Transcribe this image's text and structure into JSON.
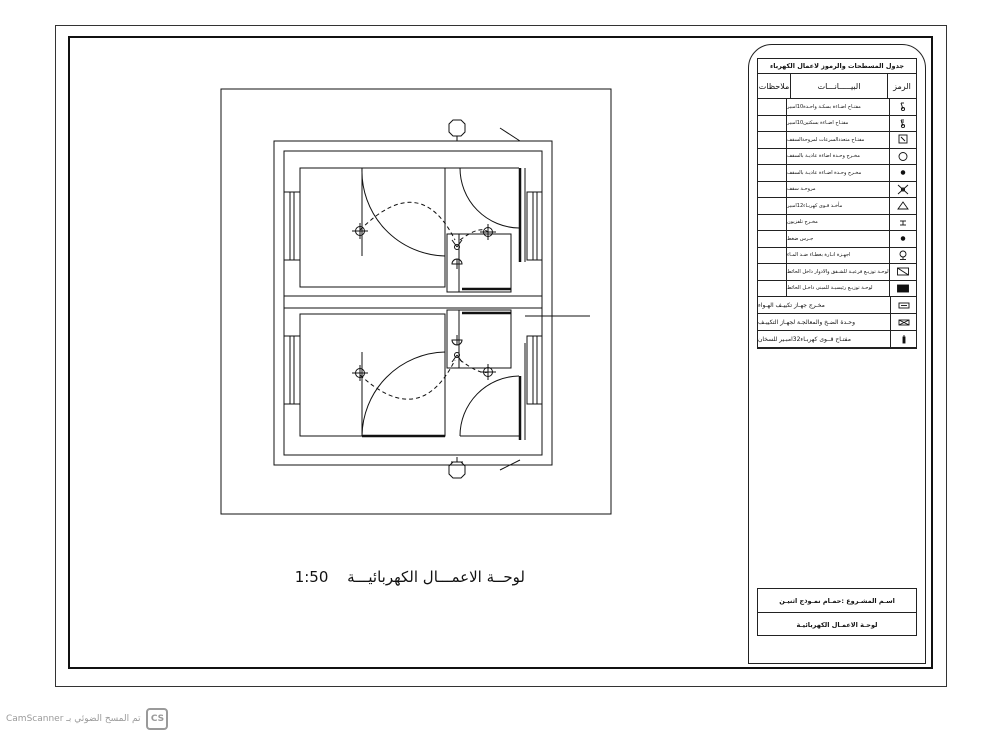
{
  "drawing": {
    "caption": "لوحــة الاعمـــال الكهربائيـــة",
    "scale": "1:50"
  },
  "legend": {
    "title": "جدول المسطحات والرموز لاعمال الكهرباء",
    "headers": {
      "symbol": "الرمز",
      "description": "البيـــــانـــات",
      "notes": "ملاحظات"
    },
    "rows": [
      {
        "icon": "single-switch-icon",
        "text": "مفتـاح اضـاءة بسكـة واحـدة10امبير"
      },
      {
        "icon": "double-switch-icon",
        "text": "مفتـاح اضـاءة بسكتين10امبير"
      },
      {
        "icon": "multi-switch-icon",
        "text": "مفتـاح متعددالسرعات لمروحةالسقف"
      },
      {
        "icon": "ceiling-light-circle-icon",
        "text": "مخـرج وحـدة اضاءة عاديـة بالسقف"
      },
      {
        "icon": "ceiling-light-dot-icon",
        "text": "مخـرج وحـدة اضـاءة عاديـة بالسقف"
      },
      {
        "icon": "ceiling-fan-icon",
        "text": "مروحـة سقف"
      },
      {
        "icon": "socket-12a-icon",
        "text": "مأخـذ قـوى كهربـاء12امبير"
      },
      {
        "icon": "tv-outlet-icon",
        "text": "مخـرج تلفزيون"
      },
      {
        "icon": "bell-push-icon",
        "text": "جـرس ضغط"
      },
      {
        "icon": "entrance-light-icon",
        "text": "اجهـزة انـارة بغطـاء ضـد المـاء"
      },
      {
        "icon": "sub-distribution-board-icon",
        "text": "لوحـة توزيـع فرعيـة للشـقق والادوار داخل الحائط"
      },
      {
        "icon": "main-distribution-board-icon",
        "text": "لوحـة توزيـع رئيسيـة للمبنى داخـل الحائط"
      }
    ],
    "wide_rows": [
      {
        "icon": "ac-outlet-icon",
        "text": "مخـرج جهـاز تكييـف الهـواء"
      },
      {
        "icon": "ac-pump-unit-icon",
        "text": "وحـدة الضـخ والمعالجـة لجهـاز التكييـف"
      },
      {
        "icon": "heater-switch-icon",
        "text": "مفتـاح قــوى كهربـاء32امبـير للسخان"
      }
    ]
  },
  "title_block": {
    "project_name": "اسـم المشـروع :حمـام نمـوذج اثنيـن",
    "sheet_name": "لوحـة الاعمـال الكهربائيـة"
  },
  "footer": {
    "badge": "CS",
    "watermark": "تم المسح الضوئي بـ CamScanner"
  }
}
